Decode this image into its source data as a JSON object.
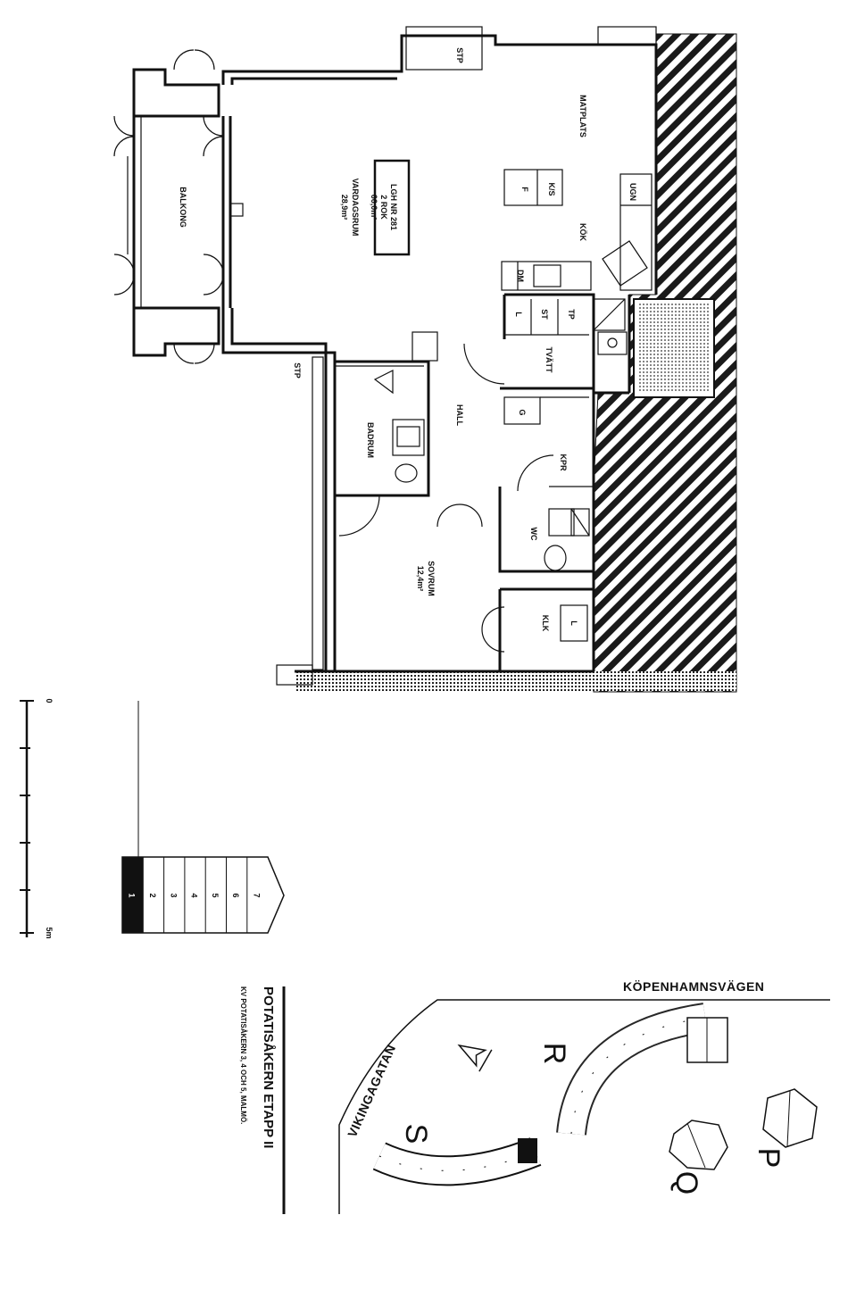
{
  "plan": {
    "apartment_box": {
      "line1": "LGH NR 281",
      "line2": "2 ROK",
      "line3": "66,0m²"
    },
    "rooms": {
      "matplats": "MATPLATS",
      "vardagsrum": "VARDAGSRUM",
      "vardagsrum_area": "28,9m²",
      "balkong": "BALKONG",
      "kok": "KÖK",
      "tvatt": "TVÄTT",
      "hall": "HALL",
      "badrum": "BADRUM",
      "sovrum": "SOVRUM",
      "sovrum_area": "12,4m²",
      "wc": "WC",
      "klk": "KLK",
      "kpr": "KPR"
    },
    "fixtures": {
      "stp_top": "STP",
      "stp_left": "STP",
      "ks": "K/S",
      "f": "F",
      "ugn": "UGN",
      "dm": "DM",
      "l": "L",
      "st": "ST",
      "tp": "TP",
      "g": "G",
      "klk_l": "L"
    }
  },
  "scale": {
    "start": "0",
    "end": "5m"
  },
  "floor_indicator": {
    "floors": [
      "1",
      "2",
      "3",
      "4",
      "5",
      "6",
      "7"
    ],
    "current": "1"
  },
  "project": {
    "title": "POTATISÅKERN ETAPP II",
    "subtitle": "KV POTATISÅKERN 3, 4 OCH 5, MALMÖ."
  },
  "site_plan": {
    "street_top": "KÖPENHAMNSVÄGEN",
    "street_left": "VIKINGAGATAN",
    "block_r": "R",
    "block_s": "S",
    "block_p": "P",
    "block_q": "Q"
  }
}
